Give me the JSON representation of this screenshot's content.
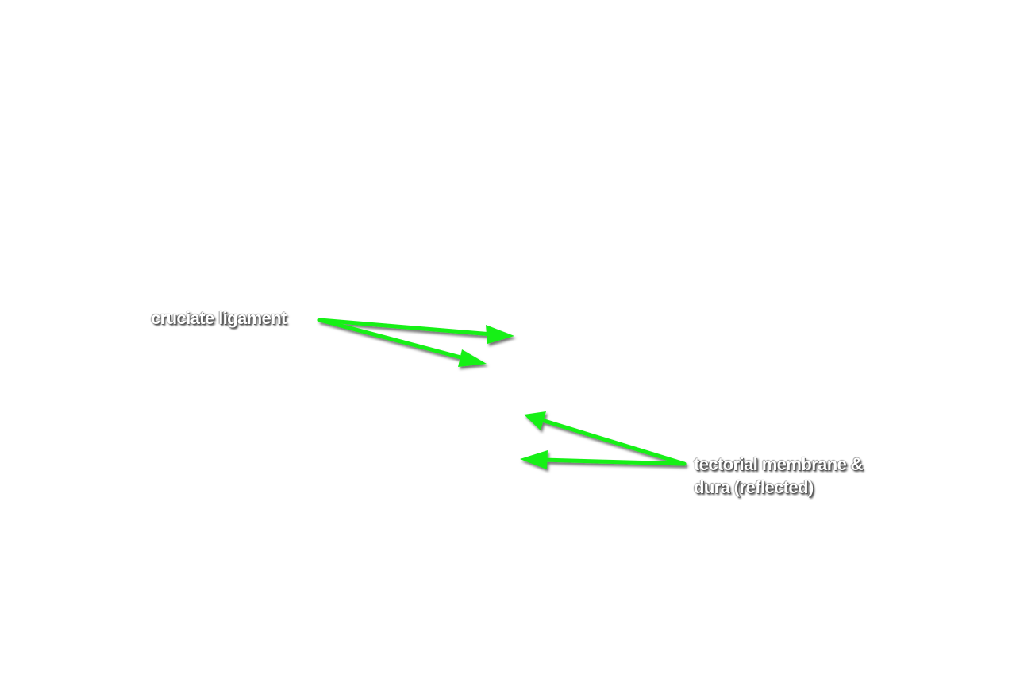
{
  "labels": {
    "cruciate_ligament": "cruciate ligament",
    "tectorial_line1": "tectorial membrane &",
    "tectorial_line2": "dura (reflected)"
  },
  "colors": {
    "arrow": "#19f019",
    "label_text": "#ffffff",
    "label_shadow": "#5a5a5a",
    "background": "#ffffff"
  },
  "icons": {
    "pointer": "arrow-icon"
  }
}
